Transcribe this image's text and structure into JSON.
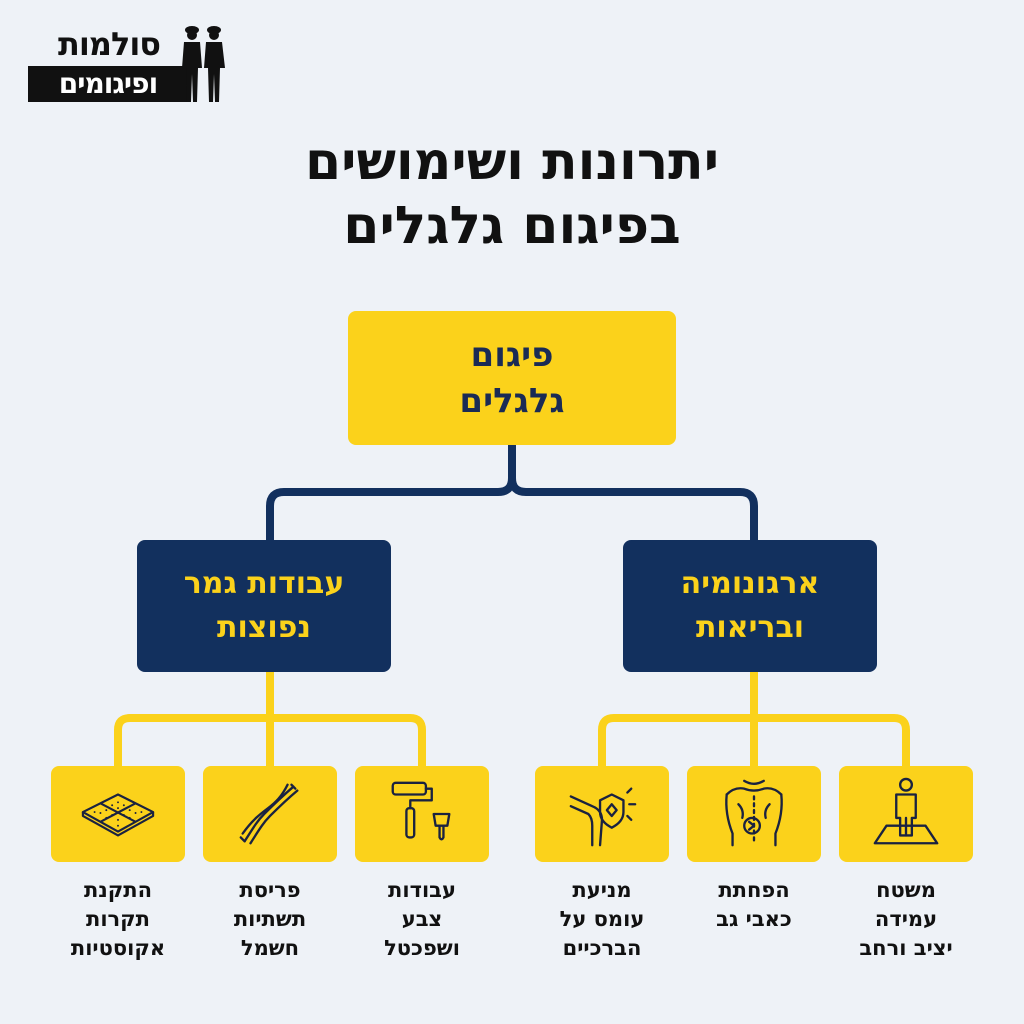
{
  "logo": {
    "line1": "סולמות",
    "line2": "ופיגומים"
  },
  "title": {
    "line1": "יתרונות ושימושים",
    "line2": "בפיגום גלגלים"
  },
  "root": {
    "line1": "פיגום",
    "line2": "גלגלים"
  },
  "categories": {
    "finishing": {
      "line1": "עבודות גמר",
      "line2": "נפוצות",
      "items": [
        {
          "icon": "acoustic-ceiling-icon",
          "lines": [
            "התקנת",
            "תקרות",
            "אקוסטיות"
          ]
        },
        {
          "icon": "electrical-wires-icon",
          "lines": [
            "פריסת",
            "תשתיות",
            "חשמל"
          ]
        },
        {
          "icon": "paint-roller-icon",
          "lines": [
            "עבודות",
            "צבע",
            "ושפכטל"
          ]
        }
      ]
    },
    "ergonomics": {
      "line1": "ארגונומיה",
      "line2": "ובריאות",
      "items": [
        {
          "icon": "knee-protection-icon",
          "lines": [
            "מניעת",
            "עומס על",
            "הברכיים"
          ]
        },
        {
          "icon": "back-pain-icon",
          "lines": [
            "הפחתת",
            "כאבי גב"
          ]
        },
        {
          "icon": "standing-platform-icon",
          "lines": [
            "משטח",
            "עמידה",
            "יציב ורחב"
          ]
        }
      ]
    }
  },
  "colors": {
    "yellow": "#fbd21b",
    "navy": "#12305e",
    "background": "#eef2f7"
  }
}
